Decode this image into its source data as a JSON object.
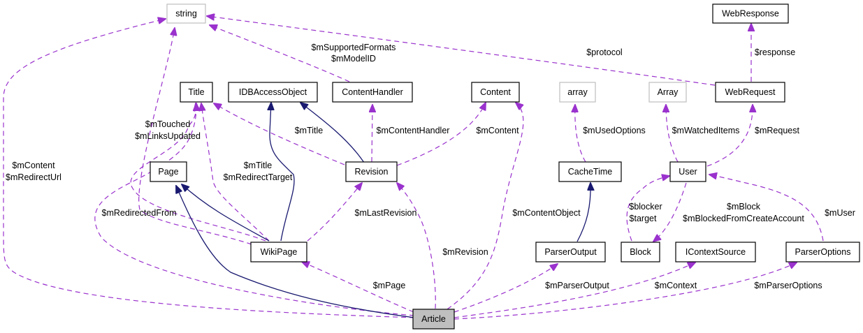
{
  "diagram": {
    "title": "Article",
    "colors": {
      "usage_edge": "#9a32cd",
      "inheritance_edge": "#191970",
      "node_border": "#000000",
      "external_node_border": "#bfbfbf",
      "focus_node_fill": "#bfbfbf"
    },
    "nodes": {
      "string": "string",
      "webresponse": "WebResponse",
      "title": "Title",
      "idbaccessobject": "IDBAccessObject",
      "contenthandler": "ContentHandler",
      "content": "Content",
      "array_lower": "array",
      "array_upper": "Array",
      "webrequest": "WebRequest",
      "page": "Page",
      "revision": "Revision",
      "cachetime": "CacheTime",
      "user": "User",
      "wikipage": "WikiPage",
      "parseroutput": "ParserOutput",
      "block": "Block",
      "icontextsource": "IContextSource",
      "parseroptions": "ParserOptions",
      "article": "Article"
    },
    "labels": {
      "supported_formats": "$mSupportedFormats",
      "model_id": "$mModelID",
      "protocol": "$protocol",
      "response": "$response",
      "content_redirect_1": "$mContent",
      "content_redirect_2": "$mRedirectUrl",
      "touched_1": "$mTouched",
      "touched_2": "$mLinksUpdated",
      "mtitle_rev": "$mTitle",
      "content_handler": "$mContentHandler",
      "mcontent": "$mContent",
      "used_options": "$mUsedOptions",
      "watched_items": "$mWatchedItems",
      "request": "$mRequest",
      "title_redirect_1": "$mTitle",
      "title_redirect_2": "$mRedirectTarget",
      "redirected_from": "$mRedirectedFrom",
      "last_revision": "$mLastRevision",
      "content_object": "$mContentObject",
      "blocker_1": "$blocker",
      "blocker_2": "$target",
      "mblock_1": "$mBlock",
      "mblock_2": "$mBlockedFromCreateAccount",
      "muser": "$mUser",
      "mrevision": "$mRevision",
      "mpage": "$mPage",
      "parser_output": "$mParserOutput",
      "context": "$mContext",
      "parser_options": "$mParserOptions"
    }
  }
}
